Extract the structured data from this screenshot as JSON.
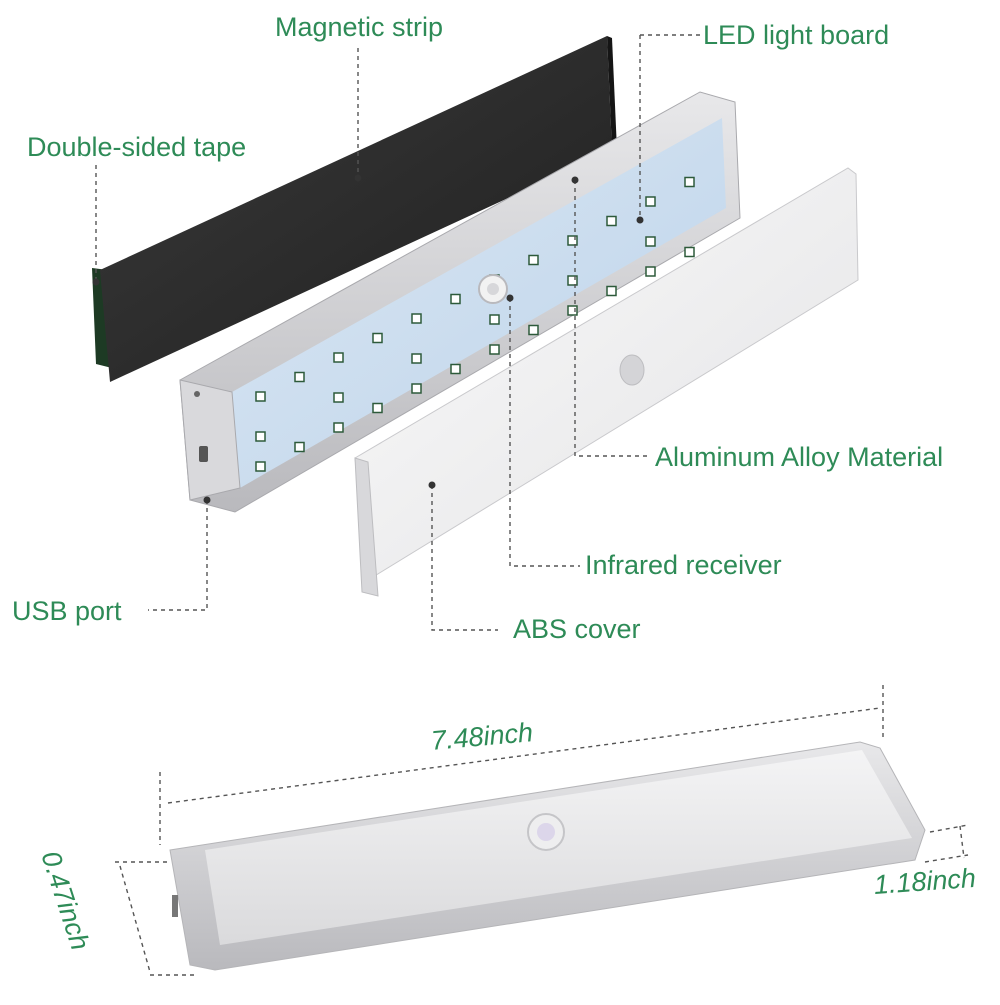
{
  "labels": {
    "magnetic_strip": "Magnetic strip",
    "led_light_board": "LED light board",
    "double_sided_tape": "Double-sided tape",
    "aluminum_alloy": "Aluminum Alloy Material",
    "infrared_receiver": "Infrared receiver",
    "usb_port": "USB port",
    "abs_cover": "ABS cover"
  },
  "dimensions": {
    "length_value": "7.48",
    "length_unit": "inch",
    "height_value": "0.47",
    "height_unit": "inch",
    "width_value": "1.18",
    "width_unit": "inch"
  },
  "colors": {
    "label_text": "#2e8b57",
    "leader_line": "#555555",
    "led_panel": "#cfe0f0",
    "aluminum_frame": "#cfcfd2",
    "magnetic_strip": "#2b2b2b",
    "tape_edge": "#1d3a24"
  }
}
